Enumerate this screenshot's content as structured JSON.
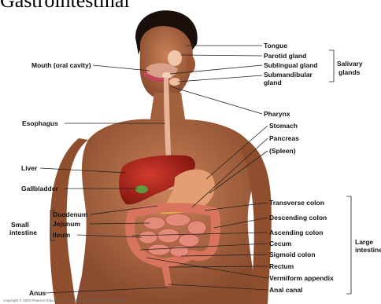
{
  "title": "Gastrointestinal",
  "labels_left": [
    {
      "id": "mouth",
      "text": "Mouth (oral cavity)"
    },
    {
      "id": "esophagus",
      "text": "Esophagus"
    },
    {
      "id": "liver",
      "text": "Liver"
    },
    {
      "id": "gallbladder",
      "text": "Gallbladder"
    },
    {
      "id": "duodenum",
      "text": "Duodenum"
    },
    {
      "id": "jejunum",
      "text": "Jejunum"
    },
    {
      "id": "ileum",
      "text": "Ileum"
    },
    {
      "id": "anus",
      "text": "Anus"
    }
  ],
  "labels_right": [
    {
      "id": "tongue",
      "text": "Tongue"
    },
    {
      "id": "parotid",
      "text": "Parotid gland"
    },
    {
      "id": "sublingual",
      "text": "Sublingual gland"
    },
    {
      "id": "submandibular1",
      "text": "Submandibular"
    },
    {
      "id": "submandibular2",
      "text": "gland"
    },
    {
      "id": "pharynx",
      "text": "Pharynx"
    },
    {
      "id": "stomach",
      "text": "Stomach"
    },
    {
      "id": "pancreas",
      "text": "Pancreas"
    },
    {
      "id": "spleen",
      "text": "(Spleen)"
    },
    {
      "id": "transverse",
      "text": "Transverse colon"
    },
    {
      "id": "descending",
      "text": "Descending colon"
    },
    {
      "id": "ascending",
      "text": "Ascending colon"
    },
    {
      "id": "cecum",
      "text": "Cecum"
    },
    {
      "id": "sigmoid",
      "text": "Sigmoid colon"
    },
    {
      "id": "rectum",
      "text": "Rectum"
    },
    {
      "id": "appendix",
      "text": "Vermiform appendix"
    },
    {
      "id": "anal",
      "text": "Anal canal"
    }
  ],
  "groups": {
    "salivary1": "Salivary",
    "salivary2": "glands",
    "small1": "Small",
    "small2": "intestine",
    "large1": "Large",
    "large2": "intestine"
  },
  "copyright": "Copyright © 2004 Pearson Education, Inc., publishing as Benjamin Cummings",
  "colors": {
    "skin": "#b06a44",
    "skin_dark": "#7a4328",
    "liver": "#b3261e",
    "stomach": "#e59d72",
    "intestine": "#e38a7a",
    "colon": "#d8745e",
    "gallbladder": "#5f9a3c",
    "pancreas": "#e8c64a"
  }
}
